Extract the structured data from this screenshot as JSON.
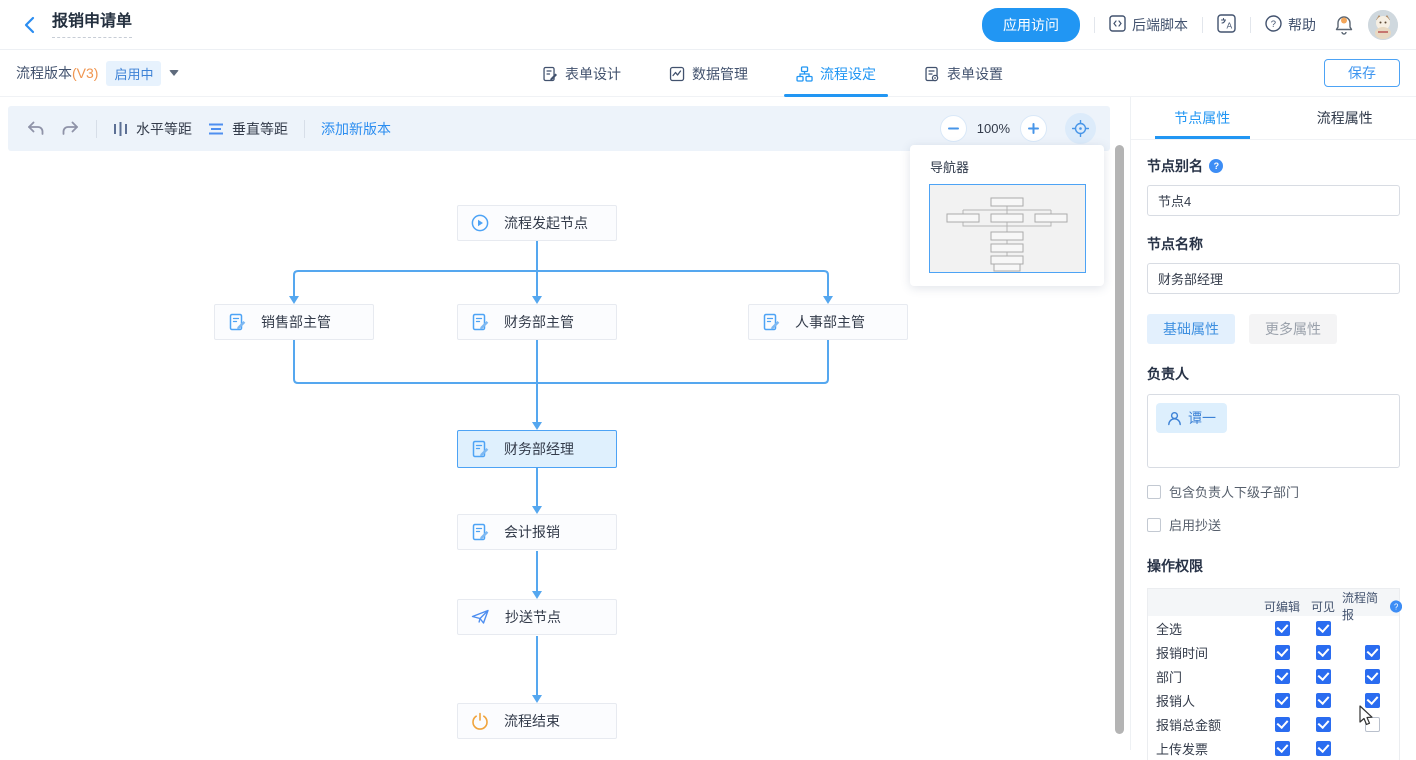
{
  "colors": {
    "accent": "#2196f3",
    "flow_line": "#55a7ef",
    "checkbox_blue": "#2a6cf0",
    "badge_bg": "#e7f2fd",
    "version_orange": "#f0954f",
    "end_orange": "#f0a43c"
  },
  "header": {
    "title": "报销申请单",
    "app_access_label": "应用访问",
    "backend_script_label": "后端脚本",
    "help_label": "帮助"
  },
  "subheader": {
    "version_label": "流程版本",
    "version_tag": "(V3)",
    "status_badge": "启用中",
    "tabs": [
      {
        "label": "表单设计",
        "active": false
      },
      {
        "label": "数据管理",
        "active": false
      },
      {
        "label": "流程设定",
        "active": true
      },
      {
        "label": "表单设置",
        "active": false
      }
    ],
    "save_label": "保存"
  },
  "toolbar": {
    "horizontal_label": "水平等距",
    "vertical_label": "垂直等距",
    "add_version_label": "添加新版本",
    "zoom_level": "100%"
  },
  "navigator": {
    "title": "导航器"
  },
  "flow": {
    "nodes": [
      {
        "label": "流程发起节点",
        "icon": "play-icon",
        "selected": false
      },
      {
        "label": "销售部主管",
        "icon": "form-icon",
        "selected": false
      },
      {
        "label": "财务部主管",
        "icon": "form-icon",
        "selected": false
      },
      {
        "label": "人事部主管",
        "icon": "form-icon",
        "selected": false
      },
      {
        "label": "财务部经理",
        "icon": "form-icon",
        "selected": true
      },
      {
        "label": "会计报销",
        "icon": "form-icon",
        "selected": false
      },
      {
        "label": "抄送节点",
        "icon": "plane-icon",
        "selected": false
      },
      {
        "label": "流程结束",
        "icon": "power-icon",
        "selected": false
      }
    ]
  },
  "panel": {
    "tabs": [
      {
        "label": "节点属性",
        "active": true
      },
      {
        "label": "流程属性",
        "active": false
      }
    ],
    "node_alias_label": "节点别名",
    "node_alias_value": "节点4",
    "node_name_label": "节点名称",
    "node_name_value": "财务部经理",
    "basic_btn_label": "基础属性",
    "more_btn_label": "更多属性",
    "owner_label": "负责人",
    "owner_tag": "谭一",
    "include_sub_dept_label": "包含负责人下级子部门",
    "enable_cc_label": "启用抄送",
    "permissions": {
      "title": "操作权限",
      "columns": [
        "可编辑",
        "可见",
        "流程简报"
      ],
      "rows": [
        {
          "label": "全选",
          "editable": "checked",
          "visible": "checked",
          "brief": "none"
        },
        {
          "label": "报销时间",
          "editable": "checked",
          "visible": "checked",
          "brief": "checked"
        },
        {
          "label": "部门",
          "editable": "checked",
          "visible": "checked",
          "brief": "checked"
        },
        {
          "label": "报销人",
          "editable": "checked",
          "visible": "checked",
          "brief": "checked"
        },
        {
          "label": "报销总金额",
          "editable": "checked",
          "visible": "checked",
          "brief": "unchecked"
        },
        {
          "label": "上传发票",
          "editable": "checked",
          "visible": "checked",
          "brief": "none"
        }
      ]
    }
  }
}
